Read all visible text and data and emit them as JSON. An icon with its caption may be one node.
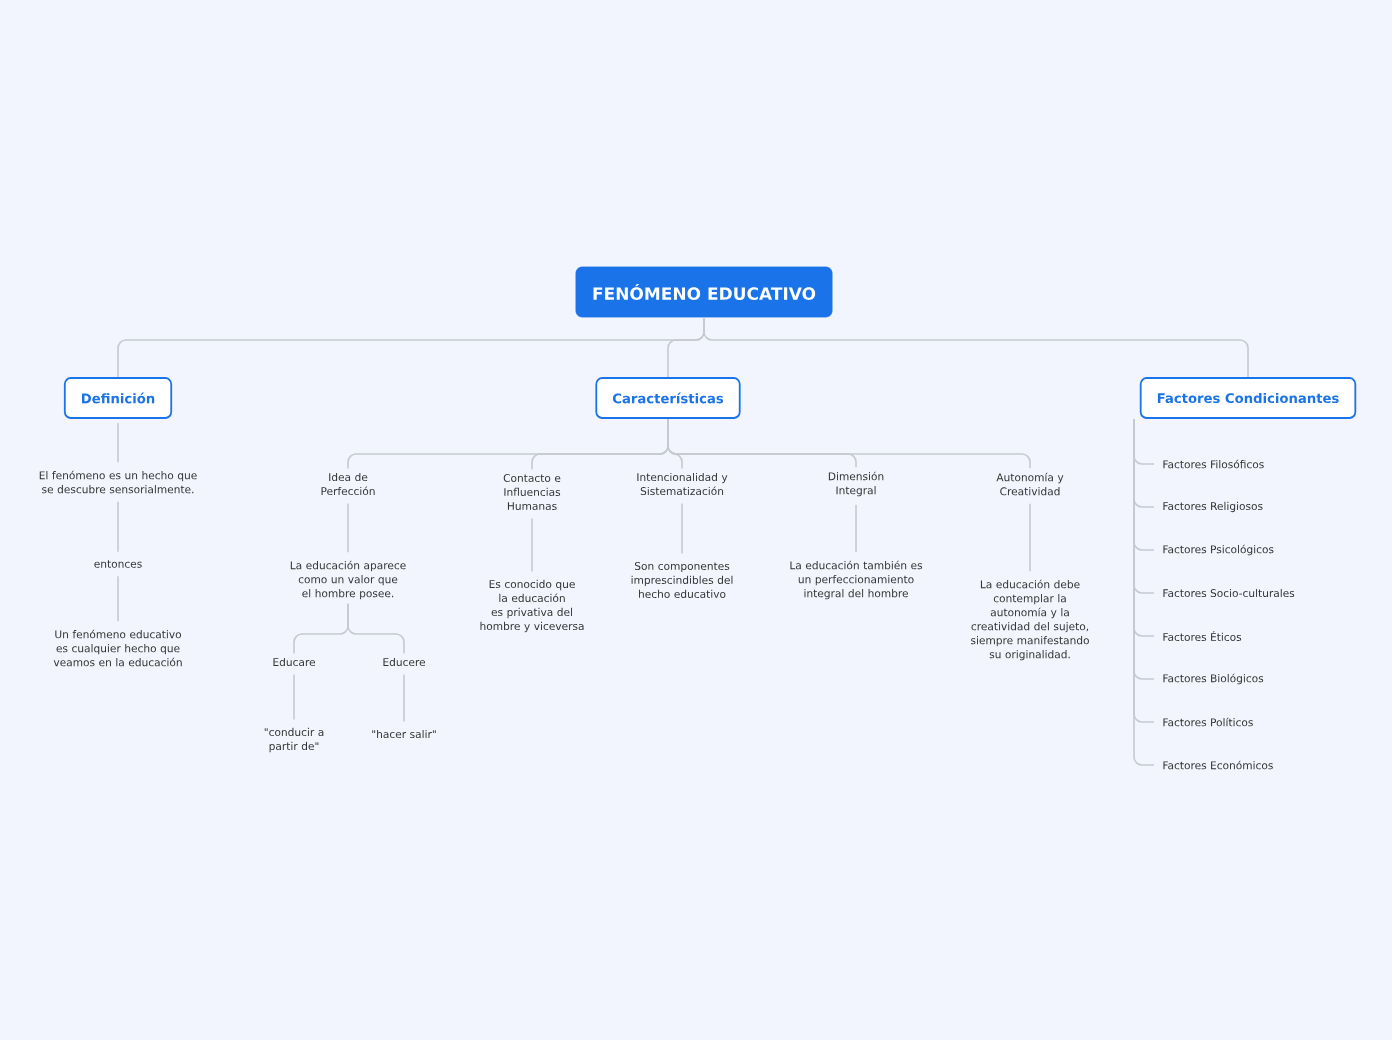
{
  "diagram": {
    "nodes": [
      {
        "text": [
          "FENÓMENO EDUCATIVO"
        ]
      },
      {
        "text": [
          "Definición"
        ]
      },
      {
        "text": [
          "Características"
        ]
      },
      {
        "text": [
          "Factores Condicionantes"
        ]
      },
      {
        "text": [
          "El fenómeno es un hecho que se descubre sensorialmente."
        ]
      },
      {
        "text": [
          "entonces"
        ]
      },
      {
        "text": [
          "Un fenómeno educativo es cualquier hecho que veamos en la educación"
        ]
      },
      {
        "text": [
          "Idea de Perfección"
        ]
      },
      {
        "text": [
          "La educación aparece como un valor que el hombre posee."
        ]
      },
      {
        "text": [
          "Educare"
        ]
      },
      {
        "text": [
          "Educere"
        ]
      },
      {
        "text": [
          "\"conducir a partir de\""
        ]
      },
      {
        "text": [
          "\"hacer salir\""
        ]
      },
      {
        "text": [
          "Contacto e Influencias Humanas"
        ]
      },
      {
        "text": [
          "Es conocido que la educación es privativa del hombre y viceversa"
        ]
      },
      {
        "text": [
          "Intencionalidad y Sistematización"
        ]
      },
      {
        "text": [
          "Son componentes imprescindibles del hecho educativo"
        ]
      },
      {
        "text": [
          "Dimensión Integral"
        ]
      },
      {
        "text": [
          "La educación también es un perfeccionamiento integral del hombre"
        ]
      },
      {
        "text": [
          "Autonomía y Creatividad"
        ]
      },
      {
        "text": [
          "La educación debe contemplar la autonomía y la creatividad del sujeto, siempre manifestando su originalidad."
        ]
      },
      {
        "text": [
          "Factores Filosóficos"
        ]
      },
      {
        "text": [
          "Factores Religiosos"
        ]
      },
      {
        "text": [
          "Factores Psicológicos"
        ]
      },
      {
        "text": [
          "Factores Socio-culturales"
        ]
      },
      {
        "text": [
          "Factores Éticos"
        ]
      },
      {
        "text": [
          "Factores Biológicos"
        ]
      },
      {
        "text": [
          "Factores Políticos"
        ]
      },
      {
        "text": [
          "Factores Económicos"
        ]
      }
    ],
    "edges": [
      {
        "from": 0,
        "to": 1,
        "arrow": "none"
      },
      {
        "from": 0,
        "to": 2,
        "arrow": "none"
      },
      {
        "from": 0,
        "to": 3,
        "arrow": "none"
      },
      {
        "from": 1,
        "to": 4,
        "arrow": "none"
      },
      {
        "from": 4,
        "to": 5,
        "arrow": "none"
      },
      {
        "from": 5,
        "to": 6,
        "arrow": "none"
      },
      {
        "from": 2,
        "to": 7,
        "arrow": "none"
      },
      {
        "from": 7,
        "to": 8,
        "arrow": "none"
      },
      {
        "from": 8,
        "to": 9,
        "arrow": "none"
      },
      {
        "from": 8,
        "to": 10,
        "arrow": "none"
      },
      {
        "from": 9,
        "to": 11,
        "arrow": "none"
      },
      {
        "from": 10,
        "to": 12,
        "arrow": "none"
      },
      {
        "from": 2,
        "to": 13,
        "arrow": "none"
      },
      {
        "from": 13,
        "to": 14,
        "arrow": "none"
      },
      {
        "from": 2,
        "to": 15,
        "arrow": "none"
      },
      {
        "from": 15,
        "to": 16,
        "arrow": "none"
      },
      {
        "from": 2,
        "to": 17,
        "arrow": "none"
      },
      {
        "from": 17,
        "to": 18,
        "arrow": "none"
      },
      {
        "from": 2,
        "to": 19,
        "arrow": "none"
      },
      {
        "from": 19,
        "to": 20,
        "arrow": "none"
      },
      {
        "from": 3,
        "to": 21,
        "arrow": "none"
      },
      {
        "from": 3,
        "to": 22,
        "arrow": "none"
      },
      {
        "from": 3,
        "to": 23,
        "arrow": "none"
      },
      {
        "from": 3,
        "to": 24,
        "arrow": "none"
      },
      {
        "from": 3,
        "to": 25,
        "arrow": "none"
      },
      {
        "from": 3,
        "to": 26,
        "arrow": "none"
      },
      {
        "from": 3,
        "to": 27,
        "arrow": "none"
      },
      {
        "from": 3,
        "to": 28,
        "arrow": "none"
      }
    ]
  }
}
